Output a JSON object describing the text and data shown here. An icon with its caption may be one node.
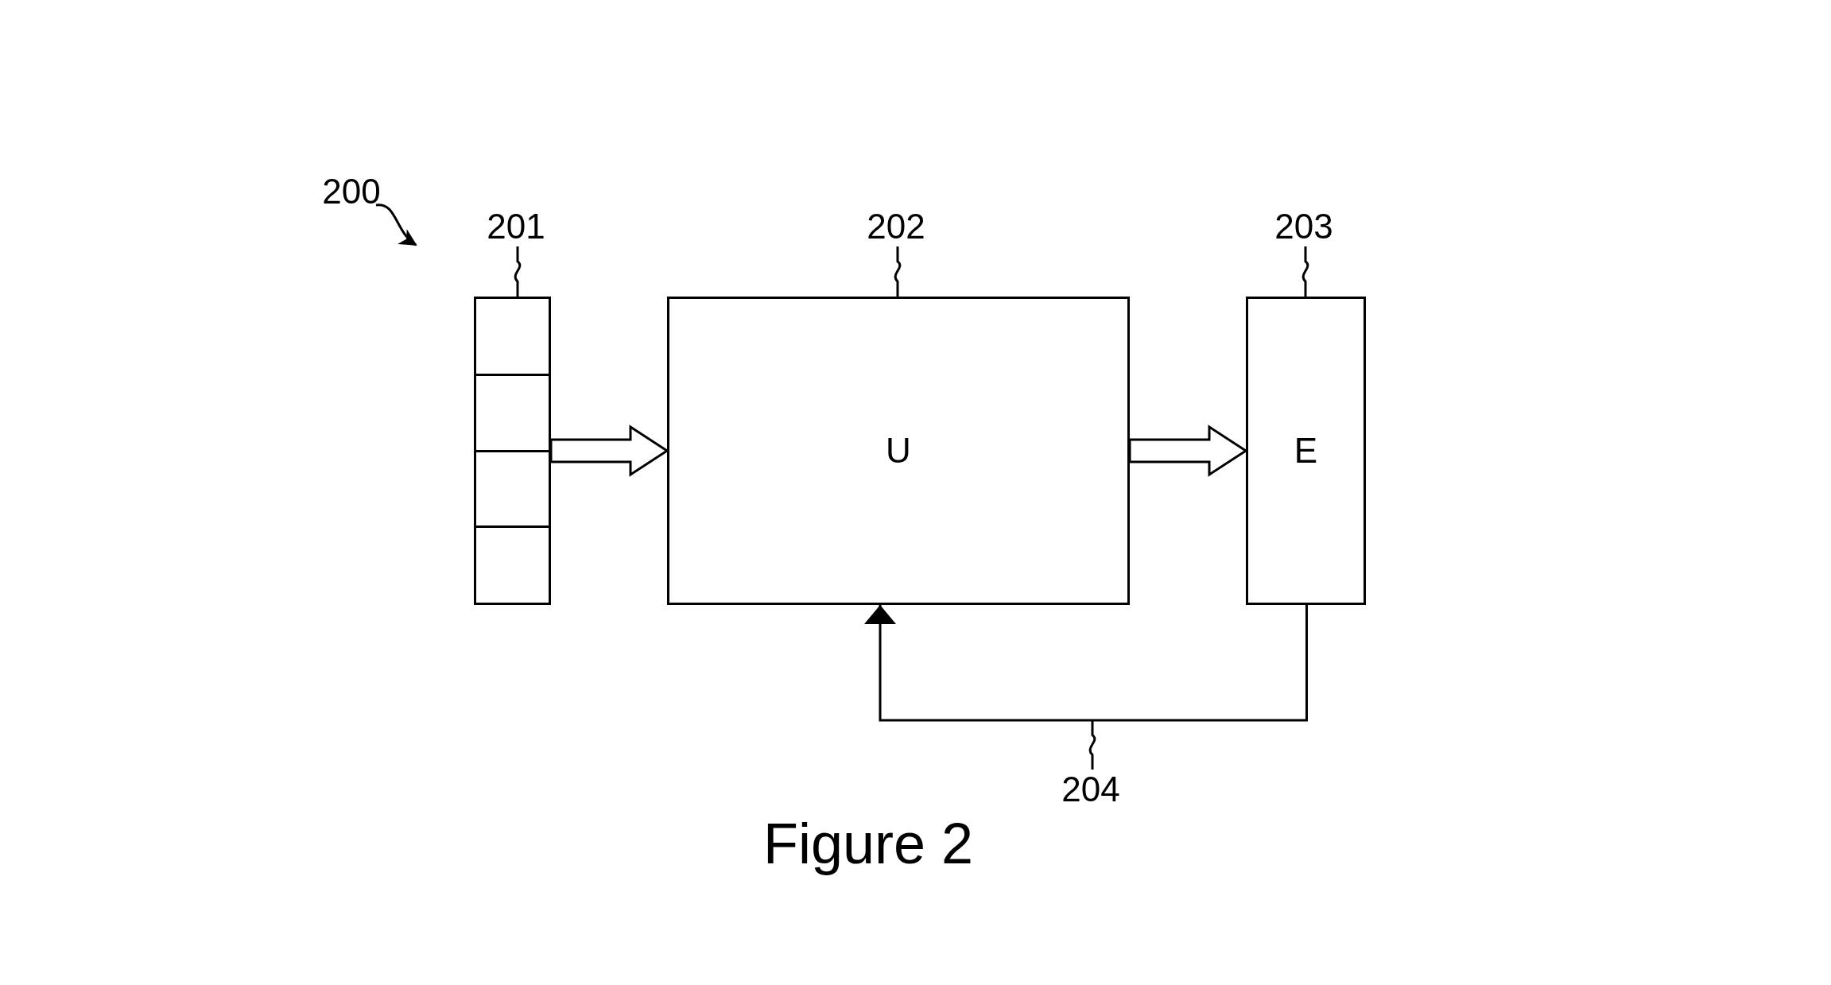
{
  "diagram": {
    "caption": "Figure 2",
    "nodes": [
      {
        "text": [
          "200"
        ]
      },
      {
        "text": [
          "201"
        ]
      },
      {
        "text": [],
        "shape": "box"
      },
      {
        "text": [
          "202"
        ]
      },
      {
        "text": [
          "U"
        ]
      },
      {
        "text": [
          "203"
        ]
      },
      {
        "text": [
          "E"
        ]
      },
      {
        "text": [
          "204"
        ]
      }
    ],
    "edges": [
      {
        "from": 0,
        "to": null,
        "arrow": "to"
      },
      {
        "from": 1,
        "to": 2,
        "arrow": "none"
      },
      {
        "from": 3,
        "to": 4,
        "arrow": "none"
      },
      {
        "from": 5,
        "to": 6,
        "arrow": "none"
      },
      {
        "from": 2,
        "to": 4,
        "arrow": "to",
        "style": "thick"
      },
      {
        "from": 4,
        "to": 6,
        "arrow": "to",
        "style": "thick"
      },
      {
        "from": 6,
        "to": 4,
        "arrow": "to"
      },
      {
        "from": 7,
        "to": null,
        "arrow": "none"
      }
    ]
  }
}
